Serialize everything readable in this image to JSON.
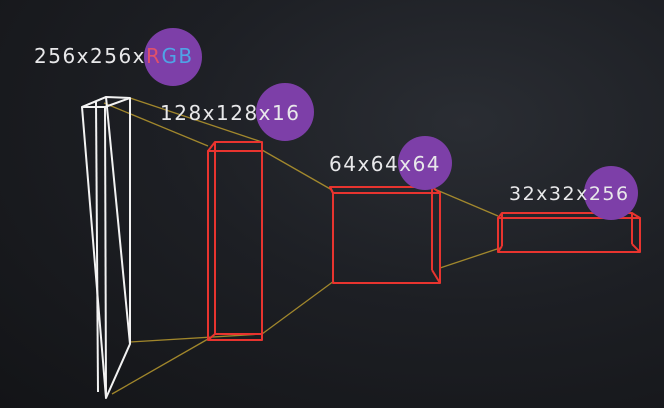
{
  "colors": {
    "background": "#1c1e22",
    "input_box": "#f2f2f2",
    "feature_box": "#e8342f",
    "connector": "#b99a2e",
    "badge": "#7d3fa8",
    "label_text": "#e8e8ea",
    "rgb_r": "#e0506a",
    "rgb_gb": "#4fa3e6"
  },
  "layers": [
    {
      "label_prefix": "256x256x",
      "label_r": "R",
      "label_gb": "GB",
      "kind": "input"
    },
    {
      "label": "128x128x16",
      "kind": "feature"
    },
    {
      "label": "64x64x64",
      "kind": "feature"
    },
    {
      "label": "32x32x256",
      "kind": "feature"
    }
  ]
}
